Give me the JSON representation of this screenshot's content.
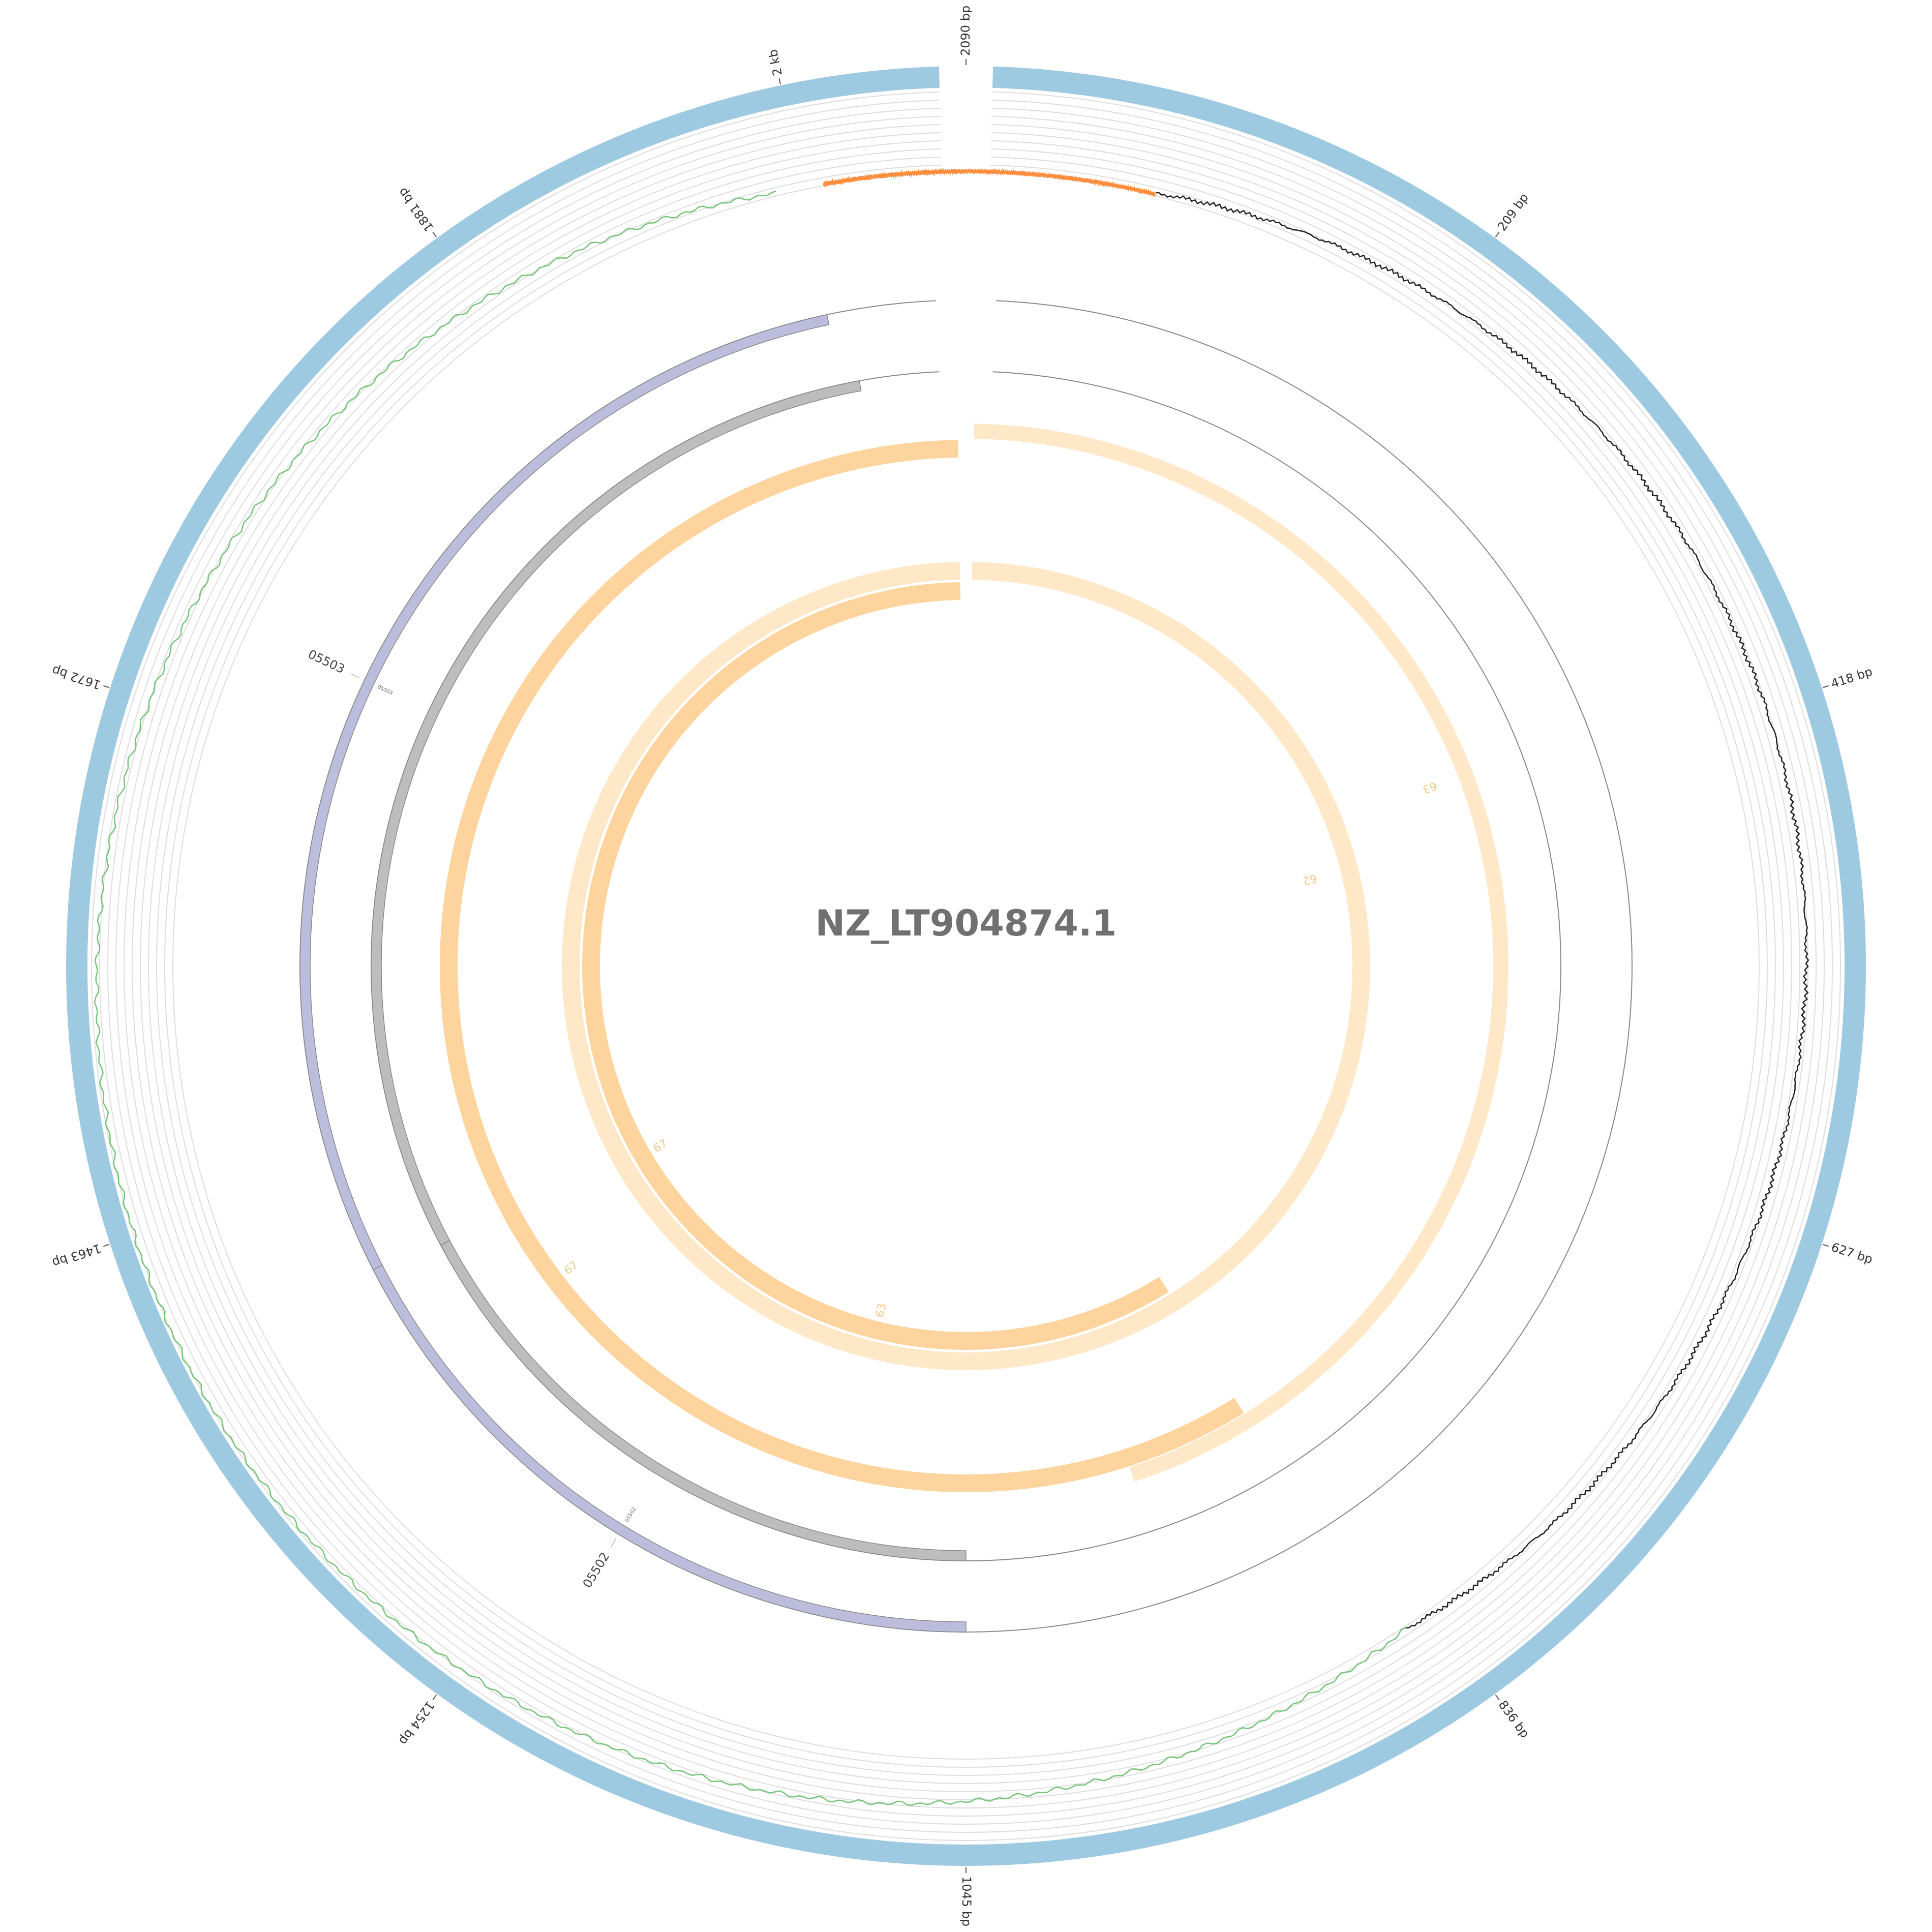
{
  "title": "NZ_LT904874.1",
  "genome_length": 2090,
  "colors": {
    "outer_ring": "#9ecae1",
    "gc_positive": "#222222",
    "gc_negative": "#74c476",
    "gc_skew_orange": "#fd8d3c",
    "cds_forward": "#bcbddc",
    "cds_reverse": "#bdbdbd",
    "blast_strong": "#fdd49e",
    "blast_light": "#fee8c8",
    "grid": "#dddddd",
    "axis_circle": "#888888"
  },
  "ticks": [
    {
      "position": 0,
      "label": "2090 bp"
    },
    {
      "position": 209,
      "label": "209 bp"
    },
    {
      "position": 418,
      "label": "418 bp"
    },
    {
      "position": 627,
      "label": "627 bp"
    },
    {
      "position": 836,
      "label": "836 bp"
    },
    {
      "position": 1045,
      "label": "1045 bp"
    },
    {
      "position": 1254,
      "label": "1254 bp"
    },
    {
      "position": 1463,
      "label": "1463 bp"
    },
    {
      "position": 1672,
      "label": "1672 bp"
    },
    {
      "position": 1881,
      "label": "1881 bp"
    },
    {
      "position": 2021,
      "label": "2 kb"
    }
  ],
  "genes": {
    "forward": [
      {
        "start": 1045,
        "end": 1410,
        "label": "05502",
        "small_label": "05502"
      },
      {
        "start": 1410,
        "end": 2020,
        "label": "05503",
        "small_label": "05503"
      }
    ],
    "reverse": [
      {
        "start": 1045,
        "end": 1405
      },
      {
        "start": 1405,
        "end": 2030
      }
    ]
  },
  "blast_tracks": [
    {
      "segments": [
        {
          "start": 5,
          "end": 940,
          "shade": "light"
        },
        {
          "start": 1045,
          "end": 2085,
          "shade": "strong"
        },
        {
          "start": 860,
          "end": 1045,
          "shade": "strong"
        }
      ],
      "labels": [
        {
          "position": 400,
          "text": "63"
        },
        {
          "position": 1350,
          "text": "67"
        }
      ]
    },
    {
      "segments": [
        {
          "start": 5,
          "end": 2085,
          "shade": "light"
        },
        {
          "start": 860,
          "end": 2085,
          "shade": "strong"
        }
      ],
      "labels": [
        {
          "position": 440,
          "text": "62"
        },
        {
          "position": 1125,
          "text": "63"
        },
        {
          "position": 1390,
          "text": "67"
        }
      ]
    }
  ],
  "gc_profile": {
    "positive_range": [
      80,
      850
    ],
    "negative_range": [
      850,
      2010
    ],
    "skew_range_1": [
      2030,
      2090
    ],
    "skew_range_2": [
      0,
      80
    ]
  }
}
